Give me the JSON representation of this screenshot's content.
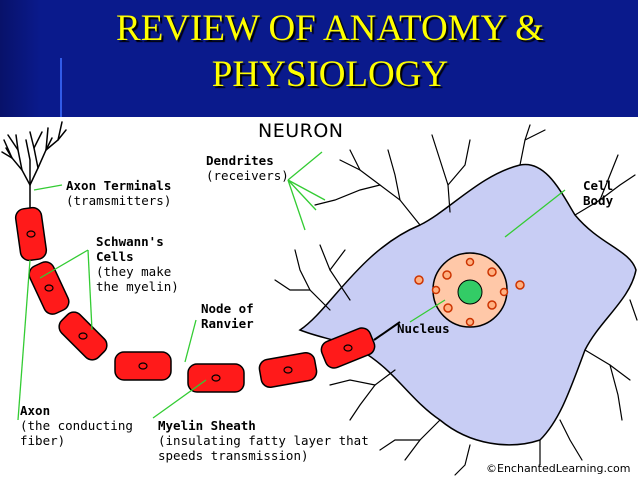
{
  "slide": {
    "title_line1": "REVIEW OF ANATOMY &",
    "title_line2": "PHYSIOLOGY"
  },
  "diagram": {
    "title": "NEURON",
    "labels": {
      "dendrites": {
        "name": "Dendrites",
        "note": "(receivers)"
      },
      "axon_terminals": {
        "name": "Axon Terminals",
        "note": "(tramsmitters)"
      },
      "cell_body": {
        "name": "Cell",
        "name2": "Body"
      },
      "schwann": {
        "name": "Schwann's",
        "name2": "Cells",
        "note1": "(they make",
        "note2": "the myelin)"
      },
      "node": {
        "name": "Node of",
        "name2": "Ranvier"
      },
      "nucleus": {
        "name": "Nucleus"
      },
      "axon": {
        "name": "Axon",
        "note1": "(the conducting",
        "note2": "fiber)"
      },
      "myelin": {
        "name": "Myelin Sheath",
        "note1": "(insulating fatty layer that",
        "note2": "speeds transmission)"
      }
    },
    "copyright": "©EnchantedLearning.com",
    "colors": {
      "header_bg": "#0a1a8c",
      "title_text": "#ffff00",
      "cell_body": "#c8cdf4",
      "myelin": "#ff1a1a",
      "pointer_lines": "#33cc33",
      "nucleus": "#ffc8a8",
      "nucleolus": "#33cc66"
    }
  }
}
